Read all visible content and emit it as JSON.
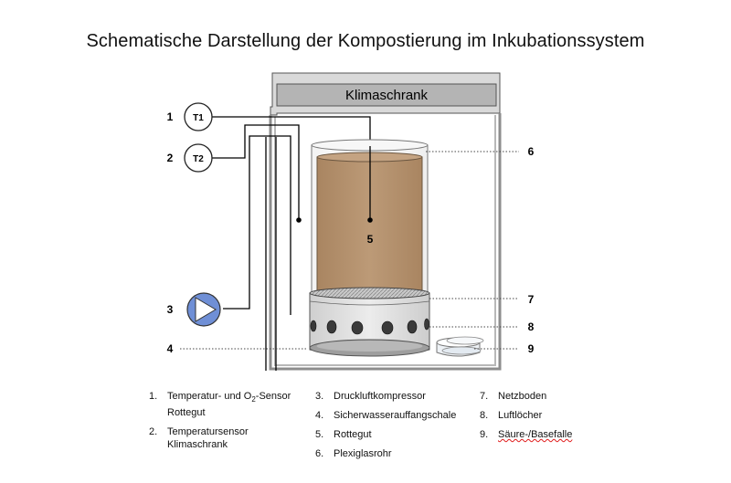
{
  "title": "Schematische Darstellung der Kompostierung im Inkubationssystem",
  "cabinet_label": "Klimaschrank",
  "sensors": {
    "t1": "T1",
    "t2": "T2"
  },
  "callouts": {
    "n1": "1",
    "n2": "2",
    "n3": "3",
    "n4": "4",
    "n5": "5",
    "n6": "6",
    "n7": "7",
    "n8": "8",
    "n9": "9"
  },
  "legend": {
    "col1": [
      {
        "num": "1.",
        "pre": "Temperatur- und O",
        "sub": "2",
        "post": "-Sensor",
        "line2": "Rottegut"
      },
      {
        "num": "2.",
        "pre": "Temperatursensor",
        "sub": "",
        "post": "",
        "line2": "Klimaschrank"
      }
    ],
    "col2": [
      {
        "num": "3.",
        "text": "Druckluftkompressor"
      },
      {
        "num": "4.",
        "text": "Sicherwasserauffangschale"
      },
      {
        "num": "5.",
        "text": "Rottegut"
      },
      {
        "num": "6.",
        "text": "Plexiglasrohr"
      }
    ],
    "col3": [
      {
        "num": "7.",
        "text": "Netzboden"
      },
      {
        "num": "8.",
        "text": "Luftlöcher"
      },
      {
        "num": "9.",
        "text": "Säure-/Basefalle"
      }
    ]
  },
  "colors": {
    "compost": "#b89774",
    "pump": "#6f8fd6",
    "cabinet_header": "#b4b4b4",
    "cabinet_frame": "#a6a6a6"
  }
}
